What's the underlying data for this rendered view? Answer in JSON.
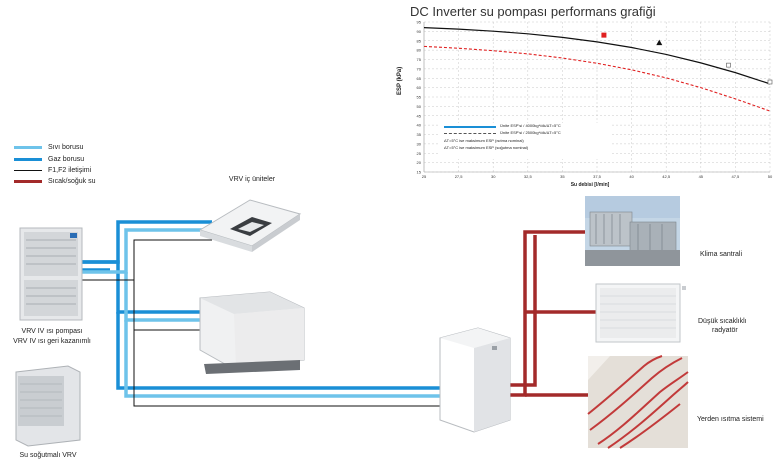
{
  "chart": {
    "title": "DC Inverter su pompası performans grafiği",
    "ylabel": "ESP (kPa)",
    "xlabel": "Su debisi  [l/min]",
    "x_ticks": [
      "25",
      "27,5",
      "30",
      "32,5",
      "35",
      "37,5",
      "40",
      "42,5",
      "45",
      "47,5",
      "50"
    ],
    "y_ticks": [
      "95",
      "90",
      "85",
      "80",
      "75",
      "70",
      "65",
      "60",
      "55",
      "50",
      "45",
      "40",
      "35",
      "30",
      "25",
      "20",
      "15"
    ],
    "legend": [
      "Ünite ESP'si / 4000kg*/dk/ΔT=5°C",
      "Ünite ESP'si / 2500kg*/dk/ΔT=5°C",
      "ΔT=5°C ise maksimum ESP (ısıtma nominal)",
      "ΔT=5°C ise maksimum ESP (soğutma nominal)"
    ],
    "colors": {
      "black_curve": "#111111",
      "red_curve": "#e02020",
      "marker_square": "#e02020",
      "marker_triangle": "#111111"
    }
  },
  "chart_data": {
    "type": "line",
    "title": "DC Inverter su pompası performans grafiği",
    "xlabel": "Su debisi  [l/min]",
    "ylabel": "ESP (kPa)",
    "xlim": [
      25,
      50
    ],
    "ylim": [
      15,
      95
    ],
    "x": [
      25,
      27.5,
      30,
      32.5,
      35,
      37.5,
      40,
      42.5,
      45,
      47.5,
      50
    ],
    "series": [
      {
        "values": [
          92,
          91.2,
          90.1,
          88.7,
          86.8,
          84.4,
          81.4,
          77.7,
          73.2,
          68.0,
          62.0
        ]
      },
      {
        "values": [
          82,
          81.0,
          79.7,
          78.0,
          75.8,
          73.0,
          69.5,
          65.2,
          60.0,
          54.0,
          47.5
        ]
      }
    ],
    "markers": [
      {
        "shape": "square",
        "x": 38,
        "y": 88
      },
      {
        "shape": "triangle",
        "x": 42,
        "y": 84
      },
      {
        "shape": "open-square",
        "x": 47,
        "y": 72
      },
      {
        "shape": "open-square",
        "x": 50,
        "y": 63
      }
    ],
    "grid": true
  },
  "legend_lines": [
    {
      "label": "Sıvı borusu",
      "color": "#6ec3ea"
    },
    {
      "label": "Gaz borusu",
      "color": "#1a8fd6"
    },
    {
      "label": "F1,F2 iletişimi",
      "color": "#111111"
    },
    {
      "label": "Sıcak/soğuk su",
      "color": "#a32a2a"
    }
  ],
  "labels": {
    "vrv_indoor": "VRV iç üniteler",
    "heat_pump_1": "VRV IV ısı pompası",
    "heat_pump_2": "VRV IV ısı geri kazanımlı",
    "water_cooled": "Su soğutmalı VRV",
    "ahu": "Klima santrali",
    "radiator_1": "Düşük sıcaklıklı",
    "radiator_2": "radyatör",
    "floor": "Yerden ısıtma sistemi"
  }
}
